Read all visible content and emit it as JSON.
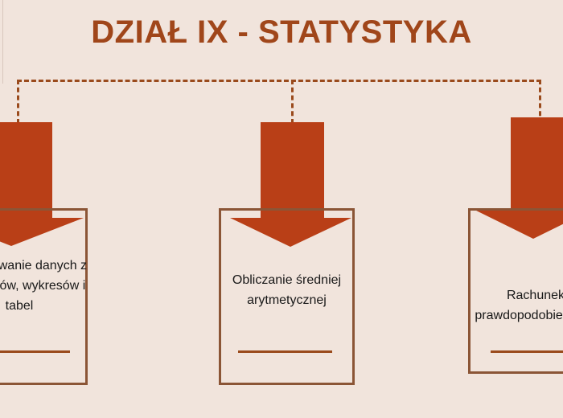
{
  "slide": {
    "title": "DZIAŁ IX - STATYSTYKA",
    "background_color": "#F1E4DC",
    "title_color": "#A0461A",
    "accent_color": "#B93F17",
    "border_color": "#8B5536",
    "connector_color": "#9A4A1C"
  },
  "cards": [
    {
      "id": "left",
      "text": "Odczytywanie danych z diagramów, wykresów i tabel",
      "arrow": "down-arrow-icon"
    },
    {
      "id": "center",
      "text": "Obliczanie średniej arytmetycznej",
      "arrow": "down-arrow-icon"
    },
    {
      "id": "right",
      "text": "Rachunek prawdopodobieństwa",
      "arrow": "down-arrow-icon"
    }
  ]
}
